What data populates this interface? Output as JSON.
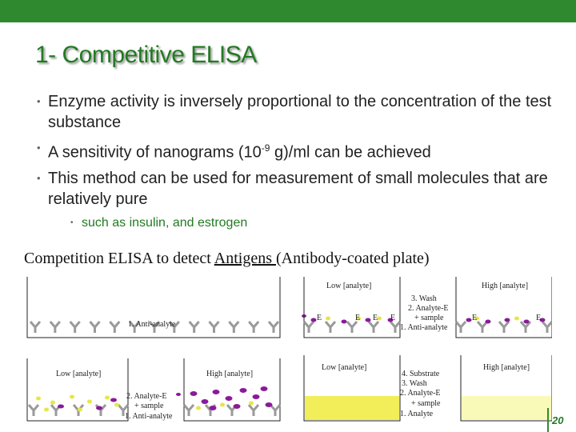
{
  "title": "1- Competitive ELISA",
  "bullets": [
    {
      "text_before": "Enzyme activity is inversely proportional to the concentration of the test substance",
      "sup": "",
      "text_after": ""
    },
    {
      "text_before": "A sensitivity of nanograms (10",
      "sup": "-9",
      "text_after": " g)/ml can be achieved"
    },
    {
      "text_before": "This method can be used for measurement of small molecules that are relatively pure",
      "sup": "",
      "text_after": ""
    }
  ],
  "sub_bullet": "such as insulin, and estrogen",
  "diagram": {
    "title_before": "Competition ELISA to detect ",
    "title_underlined": "Antigens ",
    "title_after": "(Antibody-coated plate)",
    "step1_label": "1. Anti-analyte",
    "panel_low_left": "Low [analyte]",
    "panel_high_left": "High [analyte]",
    "step2_lines": [
      "2. Analyte-E",
      "+ sample",
      "1. Anti-analyte"
    ],
    "panel_low_top": "Low [analyte]",
    "panel_high_top": "High [analyte]",
    "step3_lines": [
      "3. Wash",
      "2. Analyte-E",
      "+ sample",
      "1. Anti-analyte"
    ],
    "panel_low_bottom": "Low [analyte]",
    "panel_high_bottom": "High [analyte]",
    "step4_lines": [
      "4. Substrate",
      "3. Wash",
      "2. Analyte-E",
      "+ sample",
      "1. Analyte"
    ],
    "enzyme_letter": "E"
  },
  "page_number": "20",
  "colors": {
    "topbar": "#2f8a2f",
    "title": "#227a22",
    "antibody": "#9a9a9a",
    "analyte": "#e6e64a",
    "enzyme_conjugate": "#8a1a9a",
    "product_low": "#f2ee5a",
    "product_high": "#fafab8"
  }
}
